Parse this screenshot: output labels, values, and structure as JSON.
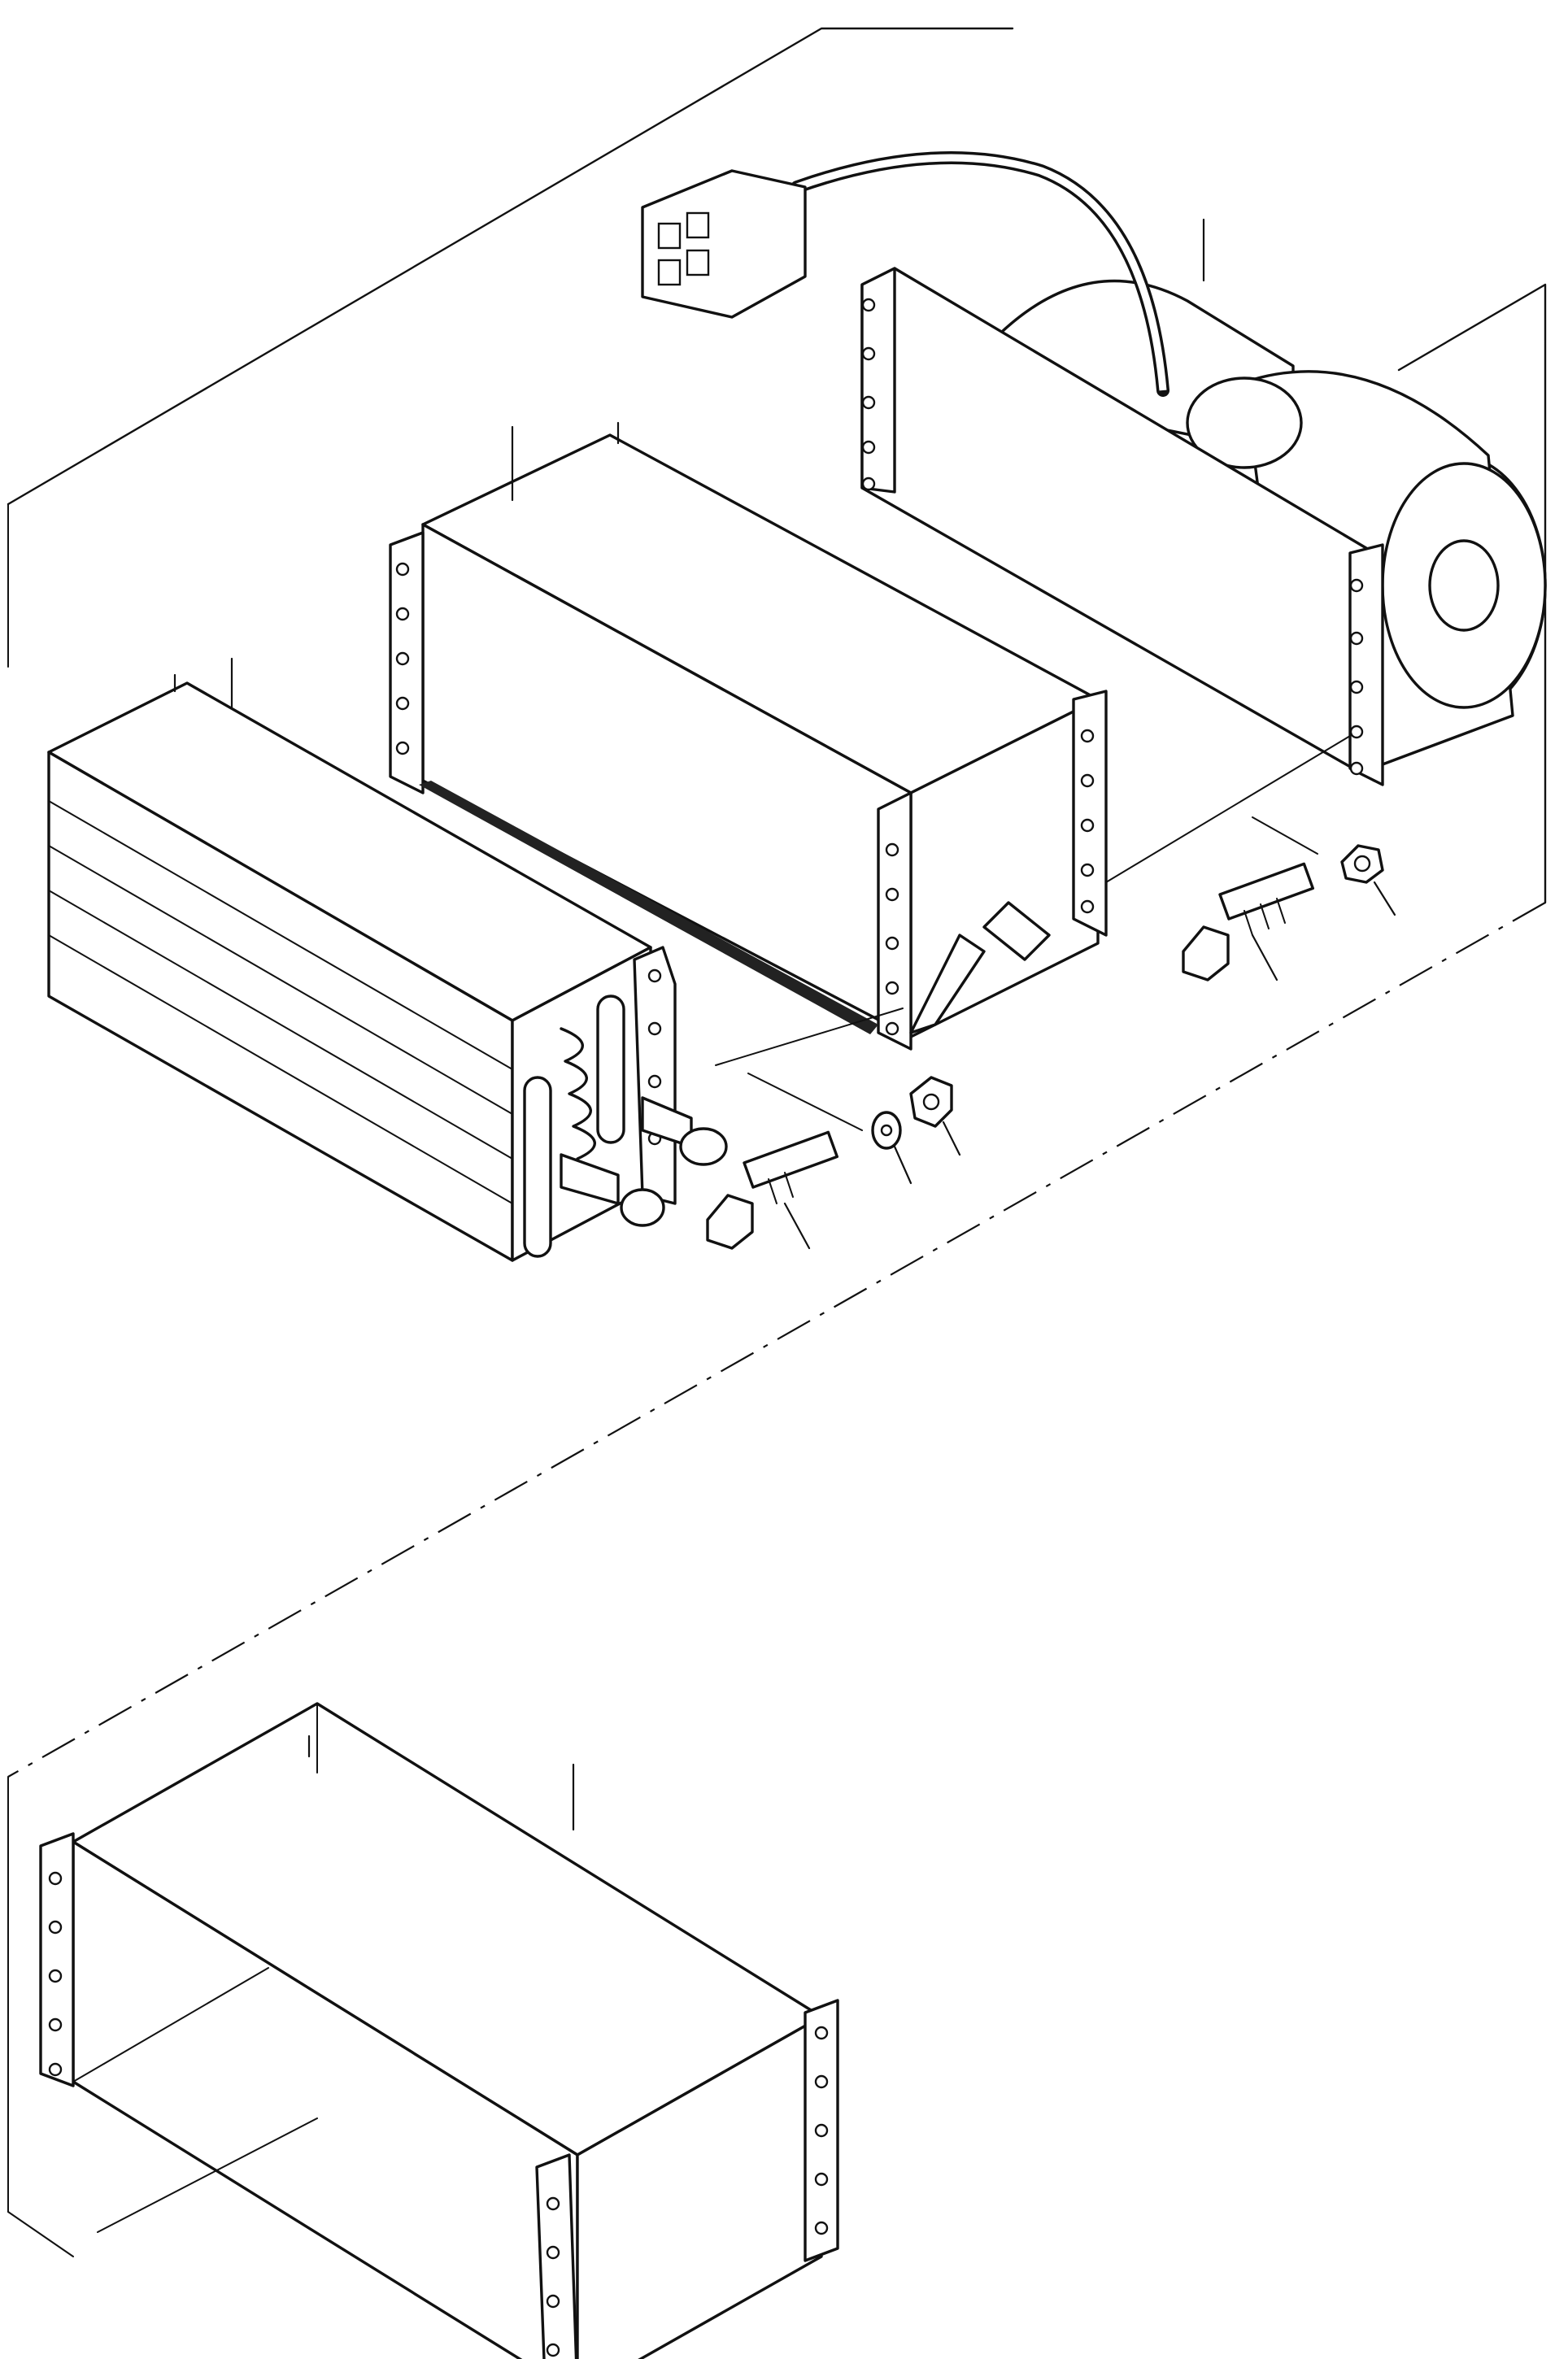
{
  "diagram": {
    "kind": "exploded-view parts illustration",
    "style": "black line art on white background",
    "colors": {
      "line": "#111111",
      "background": "#ffffff"
    },
    "components": [
      "blower-motor-assembly",
      "wiring-harness-connector",
      "center-housing",
      "evaporator-core",
      "lower-duct-housing",
      "bolt",
      "nut",
      "washer"
    ]
  }
}
